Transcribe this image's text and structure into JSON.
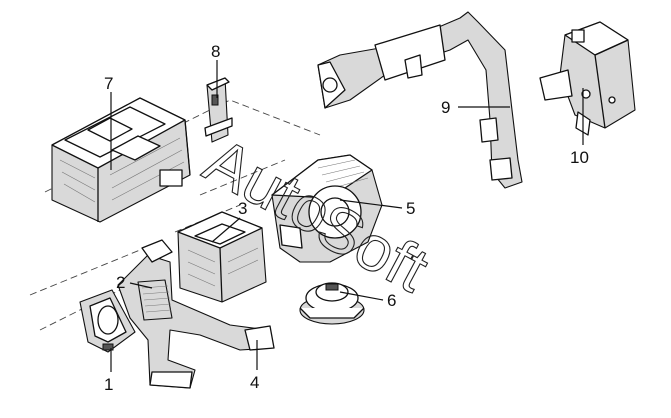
{
  "callouts": [
    {
      "id": "1",
      "text": "1"
    },
    {
      "id": "2",
      "text": "2"
    },
    {
      "id": "3",
      "text": "3"
    },
    {
      "id": "4",
      "text": "4"
    },
    {
      "id": "5",
      "text": "5"
    },
    {
      "id": "6",
      "text": "6"
    },
    {
      "id": "7",
      "text": "7"
    },
    {
      "id": "8",
      "text": "8"
    },
    {
      "id": "9",
      "text": "9"
    },
    {
      "id": "10",
      "text": "10"
    }
  ],
  "watermark": {
    "part1": "Auto",
    "part2": "Soft"
  }
}
